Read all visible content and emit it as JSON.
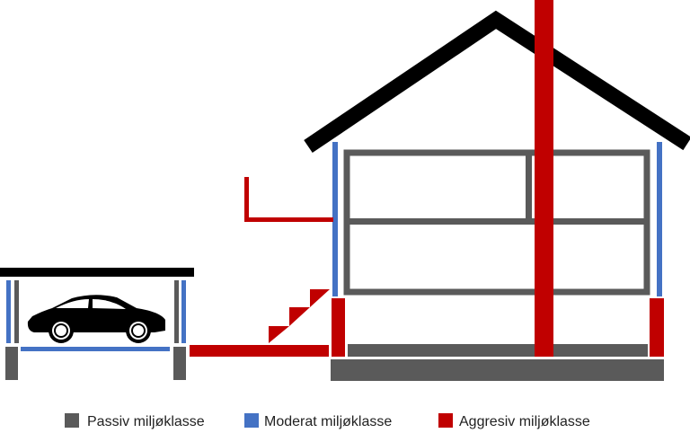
{
  "colors": {
    "passive": "#5a5a5a",
    "moderate": "#4472c4",
    "aggressive": "#c00000",
    "roof": "#000000"
  },
  "legend": [
    {
      "label": "Passiv miljøklasse",
      "color_key": "passive"
    },
    {
      "label": "Moderat miljøklasse",
      "color_key": "moderate"
    },
    {
      "label": "Aggresiv miljøklasse",
      "color_key": "aggressive"
    }
  ]
}
